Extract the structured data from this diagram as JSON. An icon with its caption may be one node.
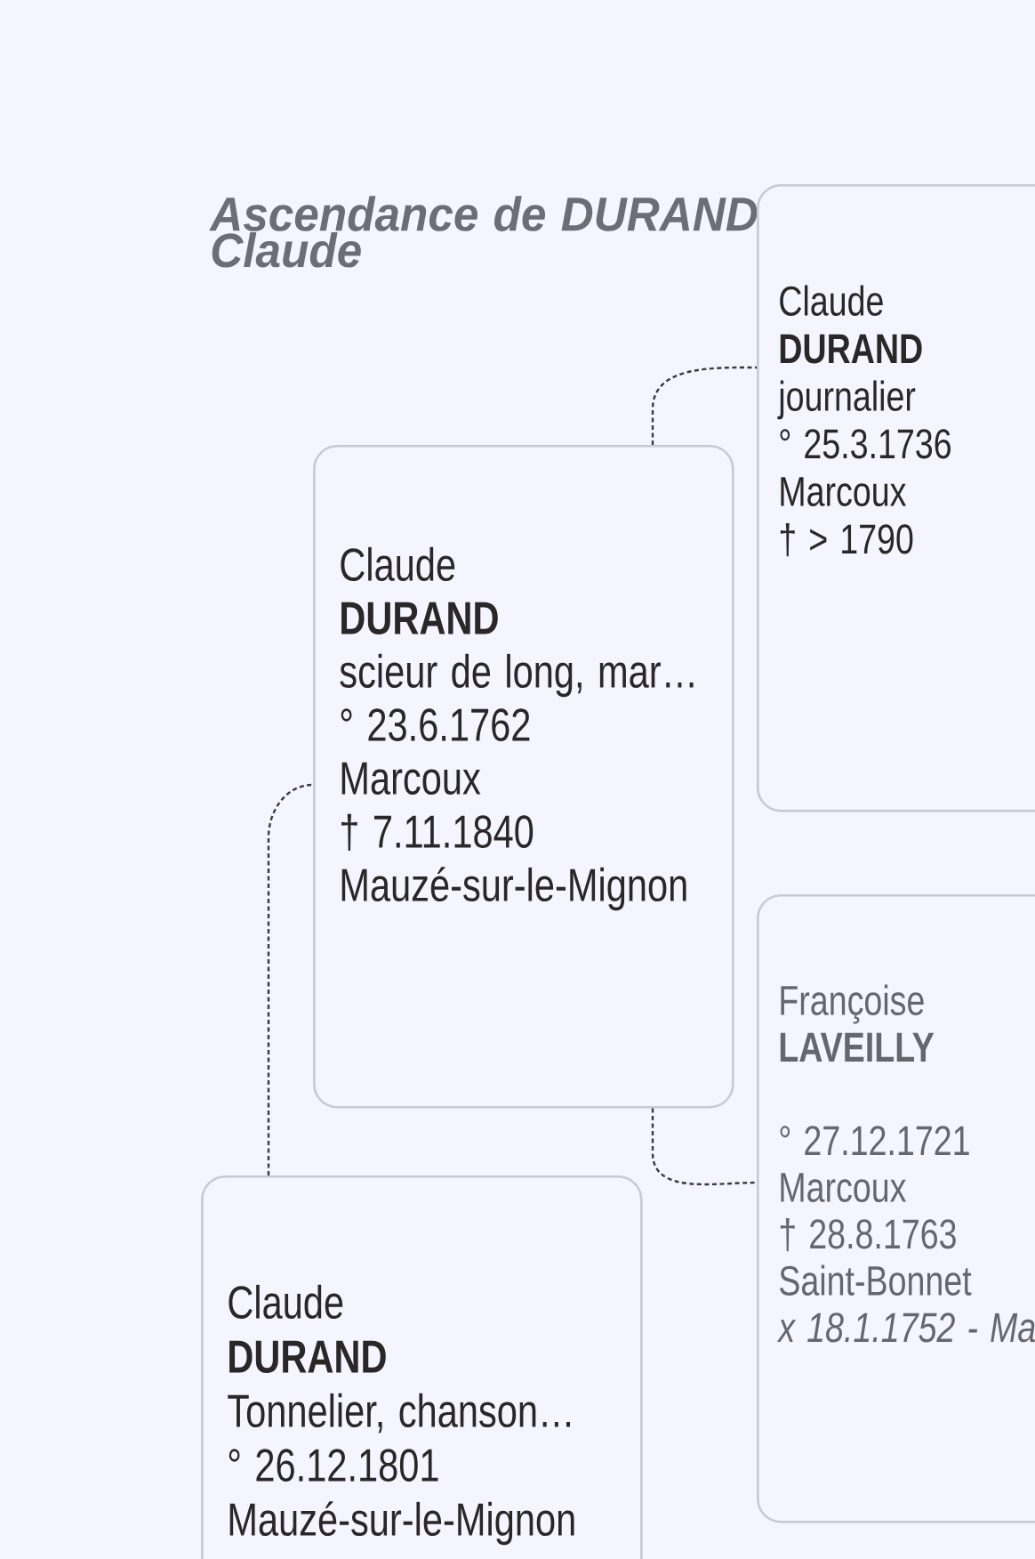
{
  "diagram": {
    "title": "Ascendance de DURAND Claude",
    "nodes": [
      {
        "text": [
          "Claude",
          "DURAND",
          "journalier",
          "° 25.3.1736",
          "Marcoux",
          "† > 1790"
        ]
      },
      {
        "text": [
          "Claude",
          "DURAND",
          "scieur de long, mar…",
          "° 23.6.1762",
          "Marcoux",
          "† 7.11.1840",
          "Mauzé-sur-le-Mignon"
        ]
      },
      {
        "text": [
          "Françoise",
          "LAVEILLY",
          "° 27.12.1721",
          "Marcoux",
          "† 28.8.1763",
          "Saint-Bonnet",
          "x 18.1.1752 - Ma"
        ]
      },
      {
        "text": [
          "Claude",
          "DURAND",
          "Tonnelier, chanson…",
          "° 26.12.1801",
          "Mauzé-sur-le-Mignon"
        ]
      }
    ],
    "edges": [
      {
        "from": 3,
        "to": 1,
        "arrow": "none",
        "style": "dashed"
      },
      {
        "from": 1,
        "to": 0,
        "arrow": "none",
        "style": "dashed"
      },
      {
        "from": 1,
        "to": 2,
        "arrow": "none",
        "style": "dashed"
      }
    ]
  }
}
